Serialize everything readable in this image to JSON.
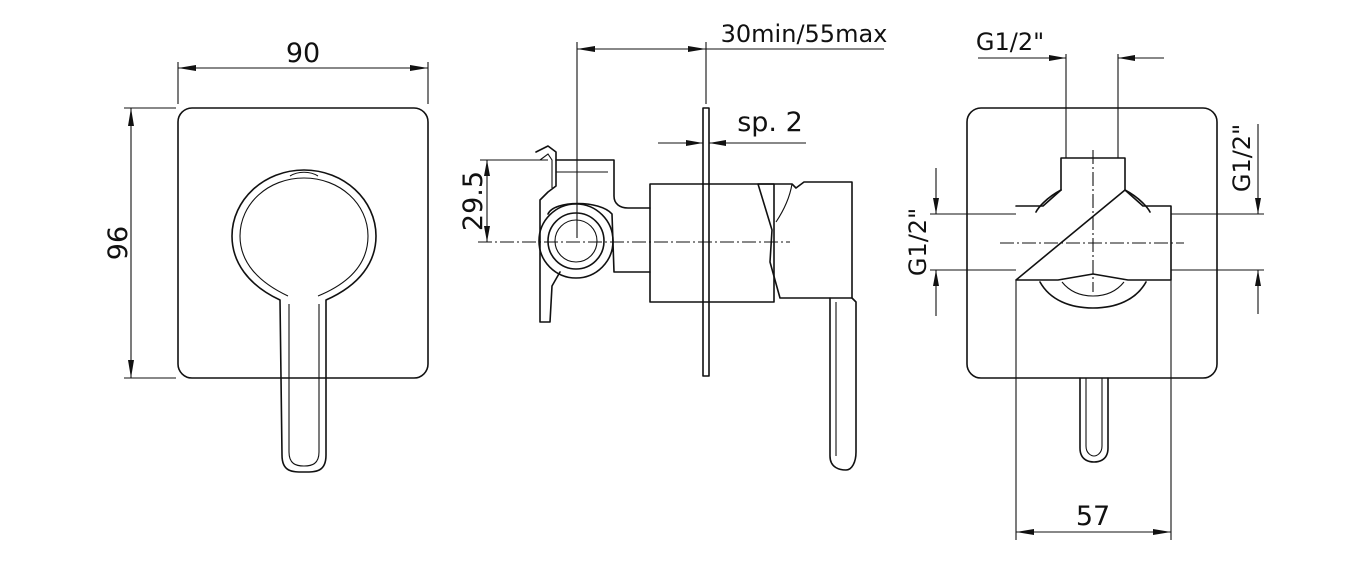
{
  "dimensions": {
    "width": "90",
    "height": "96",
    "wall_range": "30min/55max",
    "plate_thickness": "sp. 2",
    "connection_offset": "29.5",
    "thread_top": "G1/2\"",
    "thread_left": "G1/2\"",
    "thread_right": "G1/2\"",
    "inlet_spacing": "57"
  }
}
